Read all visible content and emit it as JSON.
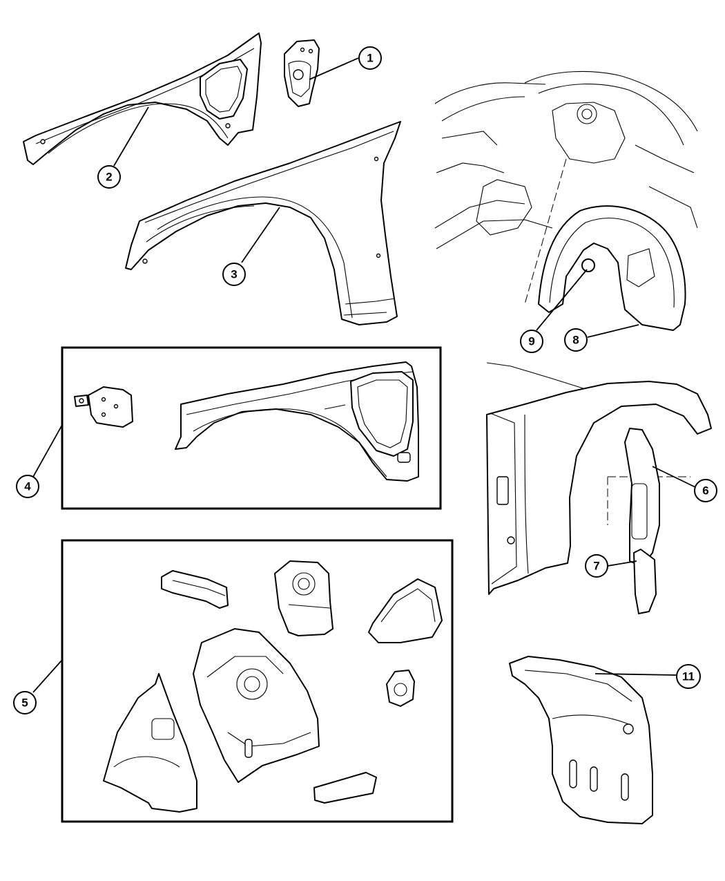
{
  "diagram": {
    "callouts": [
      {
        "id": "c1",
        "label": "1"
      },
      {
        "id": "c2",
        "label": "2"
      },
      {
        "id": "c3",
        "label": "3"
      },
      {
        "id": "c4",
        "label": "4"
      },
      {
        "id": "c5",
        "label": "5"
      },
      {
        "id": "c6",
        "label": "6"
      },
      {
        "id": "c7",
        "label": "7"
      },
      {
        "id": "c8",
        "label": "8"
      },
      {
        "id": "c9",
        "label": "9"
      },
      {
        "id": "c11",
        "label": "11"
      }
    ],
    "line_color": "#000000",
    "background": "#ffffff"
  }
}
